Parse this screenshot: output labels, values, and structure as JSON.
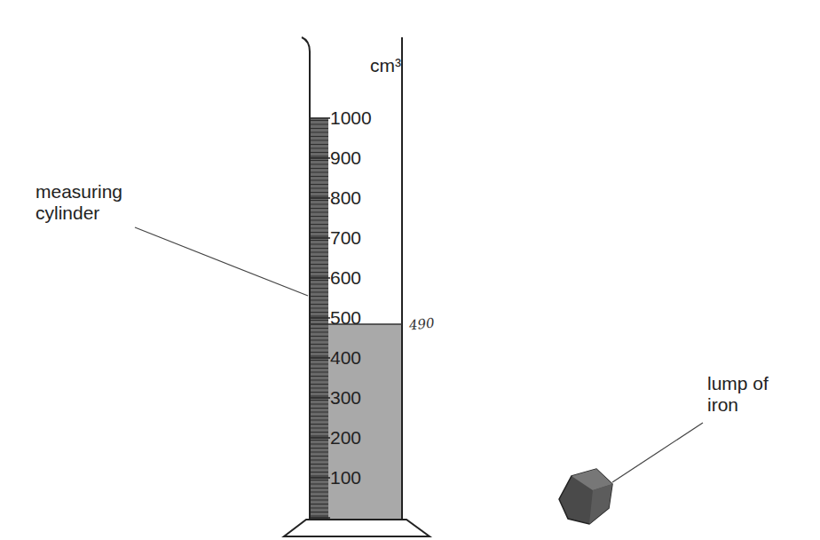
{
  "diagram": {
    "labels": [
      "measuring cylinder",
      "cm³",
      "1000",
      "900",
      "800",
      "700",
      "600",
      "500",
      "400",
      "300",
      "200",
      "100",
      "490",
      "lump of iron"
    ]
  }
}
